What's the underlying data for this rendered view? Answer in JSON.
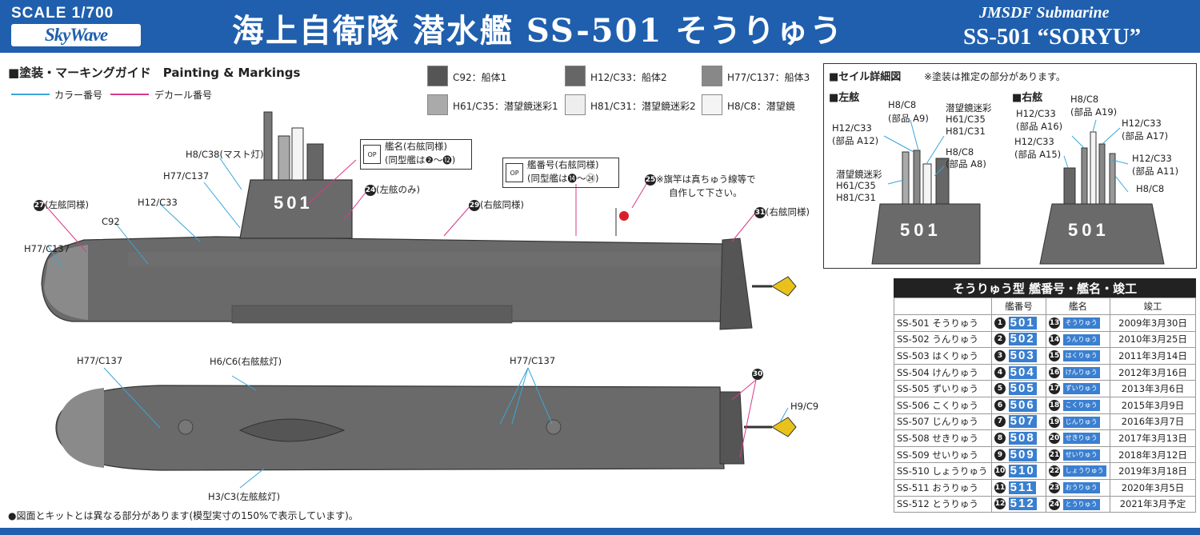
{
  "header": {
    "scale": "SCALE 1/700",
    "brand": "SkyWave",
    "title_jp": "海上自衛隊 潜水艦 SS-501 そうりゅう",
    "title_en_1": "JMSDF Submarine",
    "title_en_2": "SS-501 “SORYU”"
  },
  "section_title": "■塗装・マーキングガイド　Painting & Markings",
  "legend": {
    "color_label": "カラー番号",
    "decal_label": "デカール番号",
    "color_line": "#3aa5d8",
    "decal_line": "#d83a8a"
  },
  "swatches": [
    {
      "label": "C92：船体1",
      "color": "#555555"
    },
    {
      "label": "H12/C33：船体2",
      "color": "#666666"
    },
    {
      "label": "H77/C137：船体3",
      "color": "#888888"
    },
    {
      "label": "H61/C35：潜望鏡迷彩1",
      "color": "#aaaaaa"
    },
    {
      "label": "H81/C31：潜望鏡迷彩2",
      "color": "#eeeeee"
    },
    {
      "label": "H8/C8：潜望鏡",
      "color": "#f4f4f4"
    }
  ],
  "side_labels": {
    "mast_light": "H8/C38(マスト灯)",
    "h77_sail": "H77/C137",
    "h12": "H12/C33",
    "c92": "C92",
    "h77_bow": "H77/C137",
    "d27": "(左舷同様)",
    "d24": "(左舷のみ)",
    "d29": "(右舷同様)",
    "d31": "(右舷同様)",
    "ship_name_1": "艦名(右舷同様)",
    "ship_name_2": "(同型艦は❷〜⓬)",
    "hull_num_1": "艦番号(右舷同様)",
    "hull_num_2": "(同型艦は⓮〜㉔)",
    "flag_note_1": "※旗竿は真ちゅう線等で",
    "flag_note_2": "自作して下さい。",
    "hull_number": "501",
    "op": "OP"
  },
  "top_labels": {
    "h77_left": "H77/C137",
    "h6": "H6/C6(右舷舷灯)",
    "h77_right": "H77/C137",
    "d30": "30",
    "h9": "H9/C9",
    "h3": "H3/C3(左舷舷灯)"
  },
  "sail": {
    "title": "■セイル詳細図",
    "note": "※塗装は推定の部分があります。",
    "port": "■左舷",
    "starboard": "■右舷",
    "port_labels": {
      "a9_1": "H8/C8",
      "a9_2": "(部品 A9)",
      "a12_1": "H12/C33",
      "a12_2": "(部品 A12)",
      "peri_1": "潜望鏡迷彩",
      "peri_2": "H61/C35",
      "peri_3": "H81/C31",
      "a8_1": "H8/C8",
      "a8_2": "(部品 A8)",
      "peri_r_1": "潜望鏡迷彩",
      "peri_r_2": "H61/C35",
      "peri_r_3": "H81/C31"
    },
    "stbd_labels": {
      "a19_1": "H8/C8",
      "a19_2": "(部品 A19)",
      "a16_1": "H12/C33",
      "a16_2": "(部品 A16)",
      "a17_1": "H12/C33",
      "a17_2": "(部品 A17)",
      "a15_1": "H12/C33",
      "a15_2": "(部品 A15)",
      "a11_1": "H12/C33",
      "a11_2": "(部品 A11)",
      "h8": "H8/C8"
    },
    "hull_number": "501"
  },
  "table": {
    "title": "そうりゅう型 艦番号・艦名・竣工",
    "headers": [
      "",
      "艦番号",
      "艦名",
      "竣工"
    ],
    "rows": [
      {
        "ship": "SS-501 そうりゅう",
        "n1": "1",
        "num": "501",
        "n2": "13",
        "dec": "そうりゅう",
        "date": "2009年3月30日"
      },
      {
        "ship": "SS-502 うんりゅう",
        "n1": "2",
        "num": "502",
        "n2": "14",
        "dec": "うんりゅう",
        "date": "2010年3月25日"
      },
      {
        "ship": "SS-503 はくりゅう",
        "n1": "3",
        "num": "503",
        "n2": "15",
        "dec": "はくりゅう",
        "date": "2011年3月14日"
      },
      {
        "ship": "SS-504 けんりゅう",
        "n1": "4",
        "num": "504",
        "n2": "16",
        "dec": "けんりゅう",
        "date": "2012年3月16日"
      },
      {
        "ship": "SS-505 ずいりゅう",
        "n1": "5",
        "num": "505",
        "n2": "17",
        "dec": "ずいりゅう",
        "date": "2013年3月6日"
      },
      {
        "ship": "SS-506 こくりゅう",
        "n1": "6",
        "num": "506",
        "n2": "18",
        "dec": "こくりゅう",
        "date": "2015年3月9日"
      },
      {
        "ship": "SS-507 じんりゅう",
        "n1": "7",
        "num": "507",
        "n2": "19",
        "dec": "じんりゅう",
        "date": "2016年3月7日"
      },
      {
        "ship": "SS-508 せきりゅう",
        "n1": "8",
        "num": "508",
        "n2": "20",
        "dec": "せきりゅう",
        "date": "2017年3月13日"
      },
      {
        "ship": "SS-509 せいりゅう",
        "n1": "9",
        "num": "509",
        "n2": "21",
        "dec": "せいりゅう",
        "date": "2018年3月12日"
      },
      {
        "ship": "SS-510 しょうりゅう",
        "n1": "10",
        "num": "510",
        "n2": "22",
        "dec": "しょうりゅう",
        "date": "2019年3月18日"
      },
      {
        "ship": "SS-511 おうりゅう",
        "n1": "11",
        "num": "511",
        "n2": "23",
        "dec": "おうりゅう",
        "date": "2020年3月5日"
      },
      {
        "ship": "SS-512 とうりゅう",
        "n1": "12",
        "num": "512",
        "n2": "24",
        "dec": "とうりゅう",
        "date": "2021年3月予定"
      }
    ]
  },
  "footnote": "●図面とキットとは異なる部分があります(模型実寸の150%で表示しています)。"
}
